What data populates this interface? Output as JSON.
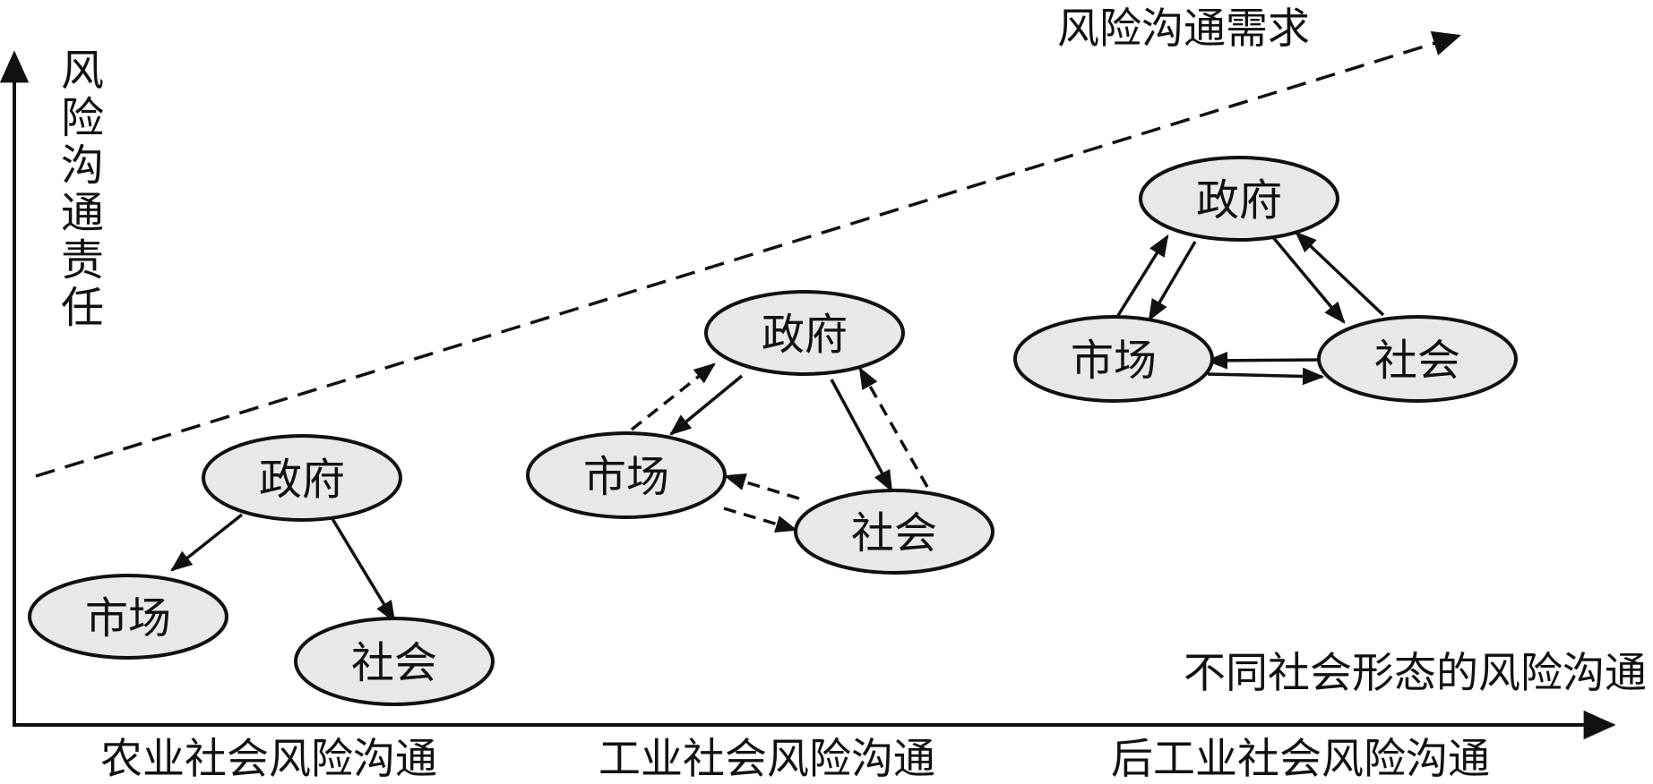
{
  "axes": {
    "y_label": "风险沟通责任",
    "x_label": "不同社会形态的风险沟通"
  },
  "trend": {
    "label": "风险沟通需求"
  },
  "stages": [
    {
      "label": "农业社会风险沟通",
      "nodes": {
        "gov": "政府",
        "market": "市场",
        "society": "社会"
      }
    },
    {
      "label": "工业社会风险沟通",
      "nodes": {
        "gov": "政府",
        "market": "市场",
        "society": "社会"
      }
    },
    {
      "label": "后工业社会风险沟通",
      "nodes": {
        "gov": "政府",
        "market": "市场",
        "society": "社会"
      }
    }
  ]
}
